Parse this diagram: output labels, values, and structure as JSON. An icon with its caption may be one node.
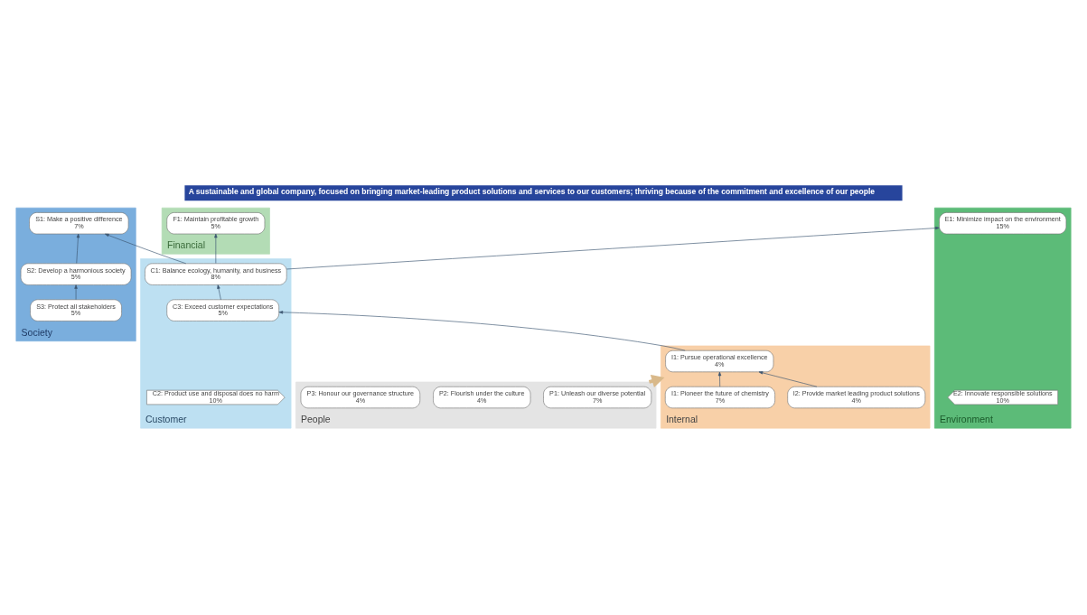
{
  "diagram": {
    "title": "A sustainable and global company, focused on bringing market-leading product solutions and services to our customers; thriving because of the commitment and excellence of our people",
    "nodes": [
      {
        "text": [
          "Society"
        ]
      },
      {
        "text": [
          "S1: Make a positive difference",
          "7%"
        ],
        "in": 0
      },
      {
        "text": [
          "S2: Develop a harmonious society",
          "5%"
        ],
        "in": 0
      },
      {
        "text": [
          "S3: Protect all stakeholders",
          "5%"
        ],
        "in": 0
      },
      {
        "text": [
          "Financial"
        ]
      },
      {
        "text": [
          "F1: Maintain profitable growth",
          "5%"
        ],
        "in": 4
      },
      {
        "text": [
          "Environment"
        ]
      },
      {
        "text": [
          "E1: Minimize impact on the environment",
          "15%"
        ],
        "in": 6
      },
      {
        "text": [
          "Customer"
        ]
      },
      {
        "text": [
          "C1: Balance ecology, humanity, and business",
          "8%"
        ],
        "in": 8
      },
      {
        "text": [
          "C2: Product use and disposal does no harm",
          "10%"
        ],
        "in": 8
      },
      {
        "text": [
          "C3: Exceed customer expectations",
          "5%"
        ],
        "in": 8
      },
      {
        "text": [
          "Internal"
        ]
      },
      {
        "text": [
          "I1: Pursue operational excellence",
          "4%"
        ],
        "in": 12
      },
      {
        "text": [
          "E2: Innovate responsible solutions",
          "10%"
        ],
        "in": 6
      },
      {
        "text": [
          "I2: Provide market leading product solutions",
          "4%"
        ],
        "in": 12
      },
      {
        "text": [
          "I1: Pioneer the future of chemistry",
          "7%"
        ],
        "in": 12
      },
      {
        "text": [
          "People"
        ]
      },
      {
        "text": [
          "P1: Unleash our diverse potential",
          "7%"
        ],
        "in": 17
      },
      {
        "text": [
          "P2: Flourish under the culture",
          "4%"
        ],
        "in": 17
      },
      {
        "text": [
          "P3: Honour our governance structure",
          "4%"
        ],
        "in": 17
      }
    ],
    "edges": [
      {
        "from": 3,
        "to": 2,
        "arrow": "to"
      },
      {
        "from": 2,
        "to": 1,
        "arrow": "to"
      },
      {
        "from": 9,
        "to": 1,
        "arrow": "to"
      },
      {
        "from": 9,
        "to": 7,
        "arrow": "to"
      },
      {
        "from": 9,
        "to": 5,
        "arrow": "to"
      },
      {
        "from": 11,
        "to": 9,
        "arrow": "to"
      },
      {
        "from": 13,
        "to": 11,
        "arrow": "to"
      },
      {
        "from": 15,
        "to": 13,
        "arrow": "to"
      },
      {
        "from": 16,
        "to": 13,
        "arrow": "to"
      },
      {
        "from": 17,
        "to": 12,
        "arrow": "to",
        "style": "thick",
        "color": "#d9b98a"
      }
    ]
  }
}
